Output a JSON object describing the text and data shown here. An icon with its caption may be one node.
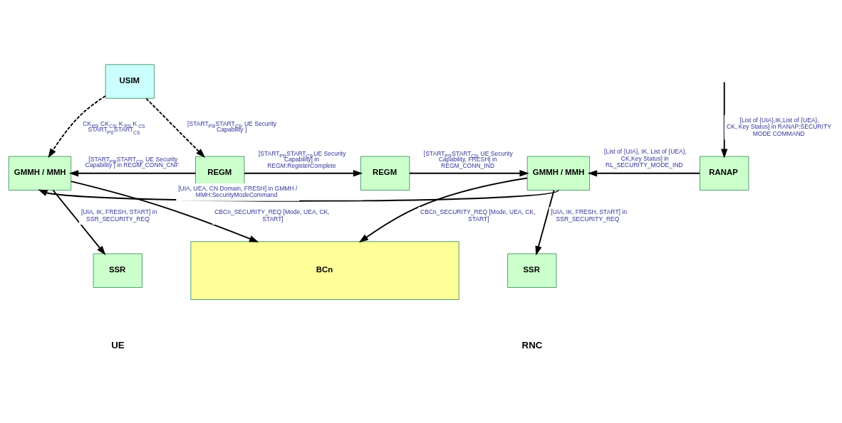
{
  "diagram": {
    "nodes": [
      {
        "text": [
          "USIM"
        ]
      },
      {
        "text": [
          "GMMH / MMH"
        ]
      },
      {
        "text": [
          "REGM"
        ]
      },
      {
        "text": [
          "REGM"
        ]
      },
      {
        "text": [
          "GMMH / MMH"
        ]
      },
      {
        "text": [
          "RANAP"
        ]
      },
      {
        "text": [
          "SSR"
        ]
      },
      {
        "text": [
          "SSR"
        ]
      },
      {
        "text": [
          "BCn"
        ]
      }
    ],
    "edges": [
      {
        "from": 0,
        "to": 1,
        "arrow": "to",
        "style": "dashed",
        "label": "CK$_{PS}$, CK$_{CS}$, K $_{PS}$, K $_{CS}$ START$_{PS}$,START$_{CS}$"
      },
      {
        "from": 0,
        "to": 2,
        "arrow": "to",
        "style": "dashed",
        "label": "[START$_{PS}$,START$_{CS}$, UE Security Capability ]"
      },
      {
        "from": 2,
        "to": 1,
        "arrow": "to",
        "label": "[START$_{PS}$,START$_{CS}$, UE Security Capability ] in REGM_CONN_CNF"
      },
      {
        "from": 1,
        "to": 6,
        "arrow": "to",
        "label": "[UIA, IK, FRESH, START] in SSR_SECURITY_REQ"
      },
      {
        "from": 1,
        "to": 8,
        "arrow": "to",
        "label": "CBCn_SECURITY_REQ [Mode, UEA, CK, START]"
      },
      {
        "from": 2,
        "to": 3,
        "arrow": "to",
        "label": "[START$_{PS}$,START$_{CS}$,UE Security Capability] in REGM:RegisterComplete"
      },
      {
        "from": 4,
        "to": 1,
        "arrow": "to",
        "label": "[UIA, UEA, CN Domain, FRESH] in GMMH / MMH:SecurityModeCommand"
      },
      {
        "from": 3,
        "to": 4,
        "arrow": "to",
        "label": "[START$_{PS}$,START$_{CS}$, UE Security Capability, FRESH] in REGM_CONN_IND"
      },
      {
        "from": 5,
        "to": 4,
        "arrow": "to",
        "label": "[List of {UIA}, IK, List of {UEA}, CK,Key Status] in RL_SECURITY_MODE_IND"
      },
      {
        "from": null,
        "to": 5,
        "arrow": "to",
        "label": "[List of {UIA},IK,List of {UEA}, CK, Key Status] in RANAP:SECURITY MODE COMMAND"
      },
      {
        "from": 4,
        "to": 7,
        "arrow": "to",
        "label": "[UIA, IK, FRESH, START] in SSR_SECURITY_REQ"
      },
      {
        "from": 4,
        "to": 8,
        "arrow": "to",
        "label": "CBCn_SECURITY_REQ [Mode, UEA, CK, START]"
      }
    ],
    "labels": [
      "UE",
      "RNC"
    ]
  }
}
